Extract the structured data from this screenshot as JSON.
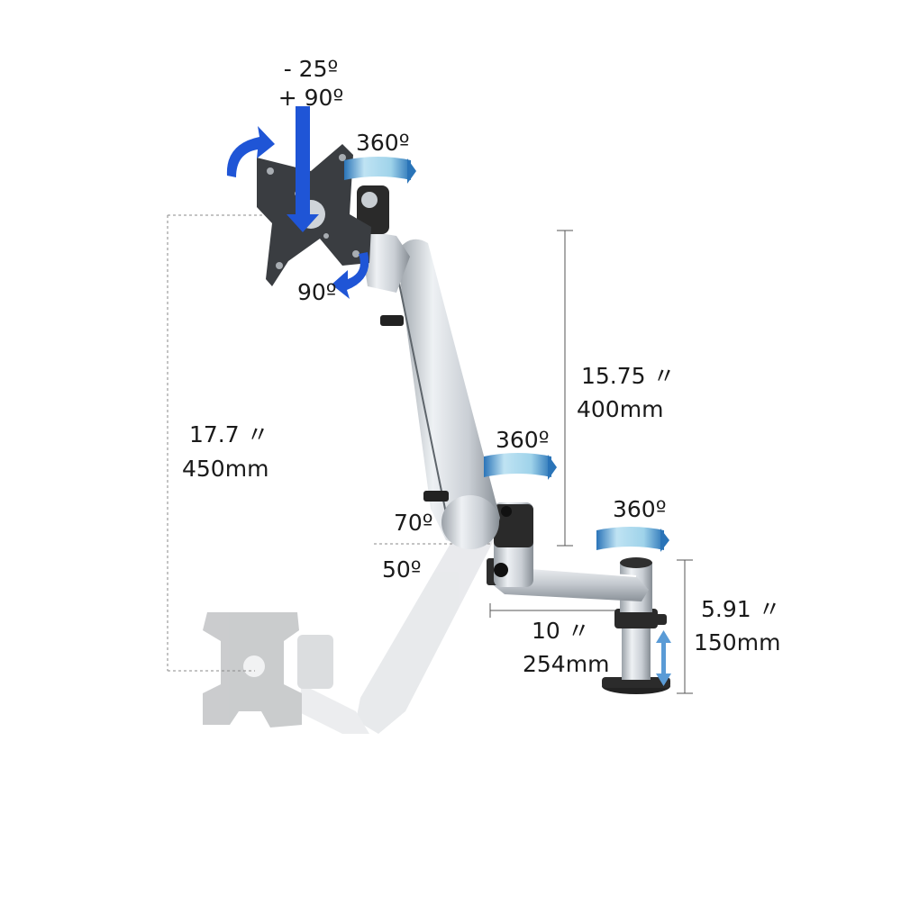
{
  "diagram": {
    "tilt_top": "- 25º",
    "tilt_bottom": "+ 90º",
    "head_swivel": "360º",
    "head_rotate": "90º",
    "elbow_swivel": "360º",
    "base_swivel": "360º",
    "upper_arm_length_in": "15.75 〃",
    "upper_arm_length_mm": "400mm",
    "height_range_in": "17.7 〃",
    "height_range_mm": "450mm",
    "angle_up": "70º",
    "angle_down": "50º",
    "lower_arm_length_in": "10 〃",
    "lower_arm_length_mm": "254mm",
    "pole_height_in": "5.91 〃",
    "pole_height_mm": "150mm"
  },
  "colors": {
    "arrow_blue": "#1f55d6",
    "swivel_light": "#9fd3ea",
    "swivel_dark": "#2a74b8",
    "height_arrow": "#5a9bd6",
    "aluminum": "#cfd4d9",
    "aluminum_dark": "#8e959c",
    "plate": "#3a3d41"
  }
}
